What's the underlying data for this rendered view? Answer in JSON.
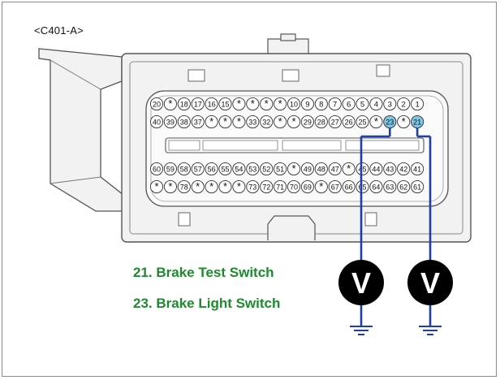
{
  "connector": {
    "label": "<C401-A>"
  },
  "legend": [
    {
      "pin": "21",
      "text": "21. Brake Test Switch"
    },
    {
      "pin": "23",
      "text": "23. Brake Light Switch"
    }
  ],
  "meters": [
    {
      "symbol": "V",
      "pin": "23"
    },
    {
      "symbol": "V",
      "pin": "21"
    }
  ],
  "rows": [
    [
      "20",
      "*",
      "18",
      "17",
      "16",
      "15",
      "*",
      "*",
      "*",
      "*",
      "10",
      "9",
      "8",
      "7",
      "6",
      "5",
      "4",
      "3",
      "2",
      "1"
    ],
    [
      "40",
      "39",
      "38",
      "37",
      "*",
      "*",
      "*",
      "33",
      "32",
      "*",
      "*",
      "29",
      "28",
      "27",
      "26",
      "25",
      "*",
      "23",
      "*",
      "21"
    ],
    [
      "60",
      "59",
      "58",
      "57",
      "56",
      "55",
      "54",
      "53",
      "52",
      "51",
      "*",
      "49",
      "48",
      "47",
      "*",
      "45",
      "44",
      "43",
      "42",
      "41"
    ],
    [
      "*",
      "*",
      "78",
      "*",
      "*",
      "*",
      "*",
      "73",
      "72",
      "71",
      "70",
      "69",
      "*",
      "67",
      "66",
      "65",
      "64",
      "63",
      "62",
      "61"
    ]
  ],
  "highlight_pins": [
    "21",
    "23"
  ],
  "colors": {
    "legend_text": "#1e8a2e",
    "probe_wire": "#1f3fa8",
    "pin_highlight": "#7ec6e6",
    "connector_stroke": "#555555",
    "connector_fill": "#f2f2f2"
  }
}
